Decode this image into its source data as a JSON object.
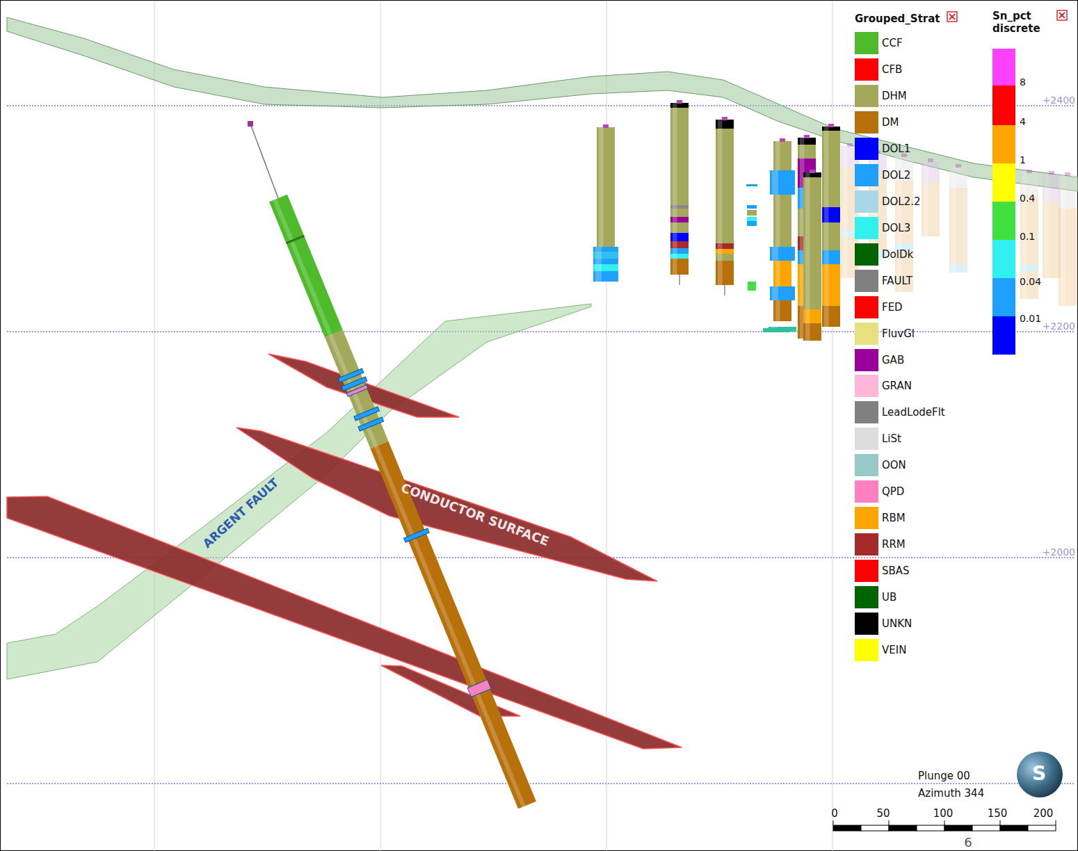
{
  "diagram": {
    "labels": [
      "Grouped_Strat",
      "Sn_pct discrete",
      "8",
      "4",
      "1",
      "0.4",
      "0.1",
      "0.04",
      "0.01",
      "+2400",
      "+2200",
      "+2000",
      "ARGENT FAULT",
      "CONDUCTOR SURFACE",
      "Plunge 00",
      "Azimuth 344",
      "0",
      "50",
      "100",
      "150",
      "200",
      "6",
      "S"
    ],
    "legend": [
      {
        "text": "CCF",
        "color": "#4dbb2a"
      },
      {
        "text": "CFB",
        "color": "#ff0000"
      },
      {
        "text": "DHM",
        "color": "#a3a85a"
      },
      {
        "text": "DM",
        "color": "#b8700a"
      },
      {
        "text": "DOL1",
        "color": "#0000ff"
      },
      {
        "text": "DOL2",
        "color": "#1ea0ff"
      },
      {
        "text": "DOL2.2",
        "color": "#a8d8e8"
      },
      {
        "text": "DOL3",
        "color": "#30f0f0"
      },
      {
        "text": "DolDk",
        "color": "#006400"
      },
      {
        "text": "FAULT",
        "color": "#808080"
      },
      {
        "text": "FED",
        "color": "#ff0000"
      },
      {
        "text": "FluvGl",
        "color": "#e8e080"
      },
      {
        "text": "GAB",
        "color": "#990099"
      },
      {
        "text": "GRAN",
        "color": "#ffb6d9"
      },
      {
        "text": "LeadLodeFlt",
        "color": "#808080"
      },
      {
        "text": "LiSt",
        "color": "#dcdcdc"
      },
      {
        "text": "OON",
        "color": "#99c8c8"
      },
      {
        "text": "QPD",
        "color": "#ff80c0"
      },
      {
        "text": "RBM",
        "color": "#ffa500"
      },
      {
        "text": "RRM",
        "color": "#a52a2a"
      },
      {
        "text": "SBAS",
        "color": "#ff0000"
      },
      {
        "text": "UB",
        "color": "#006400"
      },
      {
        "text": "UNKN",
        "color": "#000000"
      },
      {
        "text": "VEIN",
        "color": "#ffff00"
      }
    ]
  }
}
